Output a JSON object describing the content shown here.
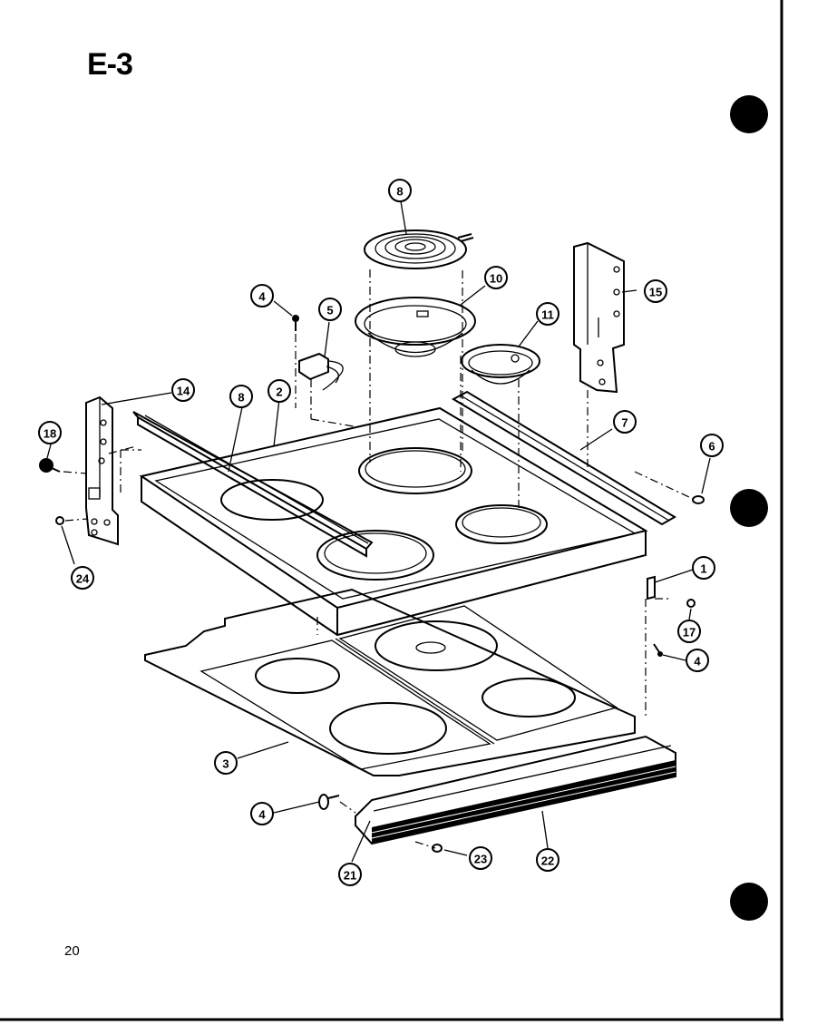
{
  "title": "E-3",
  "page_number": "20",
  "callouts": [
    {
      "id": "c1",
      "label": "1"
    },
    {
      "id": "c2",
      "label": "2"
    },
    {
      "id": "c3",
      "label": "3"
    },
    {
      "id": "c4a",
      "label": "4"
    },
    {
      "id": "c4b",
      "label": "4"
    },
    {
      "id": "c4c",
      "label": "4"
    },
    {
      "id": "c5",
      "label": "5"
    },
    {
      "id": "c6",
      "label": "6"
    },
    {
      "id": "c7",
      "label": "7"
    },
    {
      "id": "c8a",
      "label": "8"
    },
    {
      "id": "c8b",
      "label": "8"
    },
    {
      "id": "c10",
      "label": "10"
    },
    {
      "id": "c11",
      "label": "11"
    },
    {
      "id": "c14",
      "label": "14"
    },
    {
      "id": "c15",
      "label": "15"
    },
    {
      "id": "c17",
      "label": "17"
    },
    {
      "id": "c18",
      "label": "18"
    },
    {
      "id": "c21",
      "label": "21"
    },
    {
      "id": "c22",
      "label": "22"
    },
    {
      "id": "c23",
      "label": "23"
    },
    {
      "id": "c24",
      "label": "24"
    }
  ]
}
